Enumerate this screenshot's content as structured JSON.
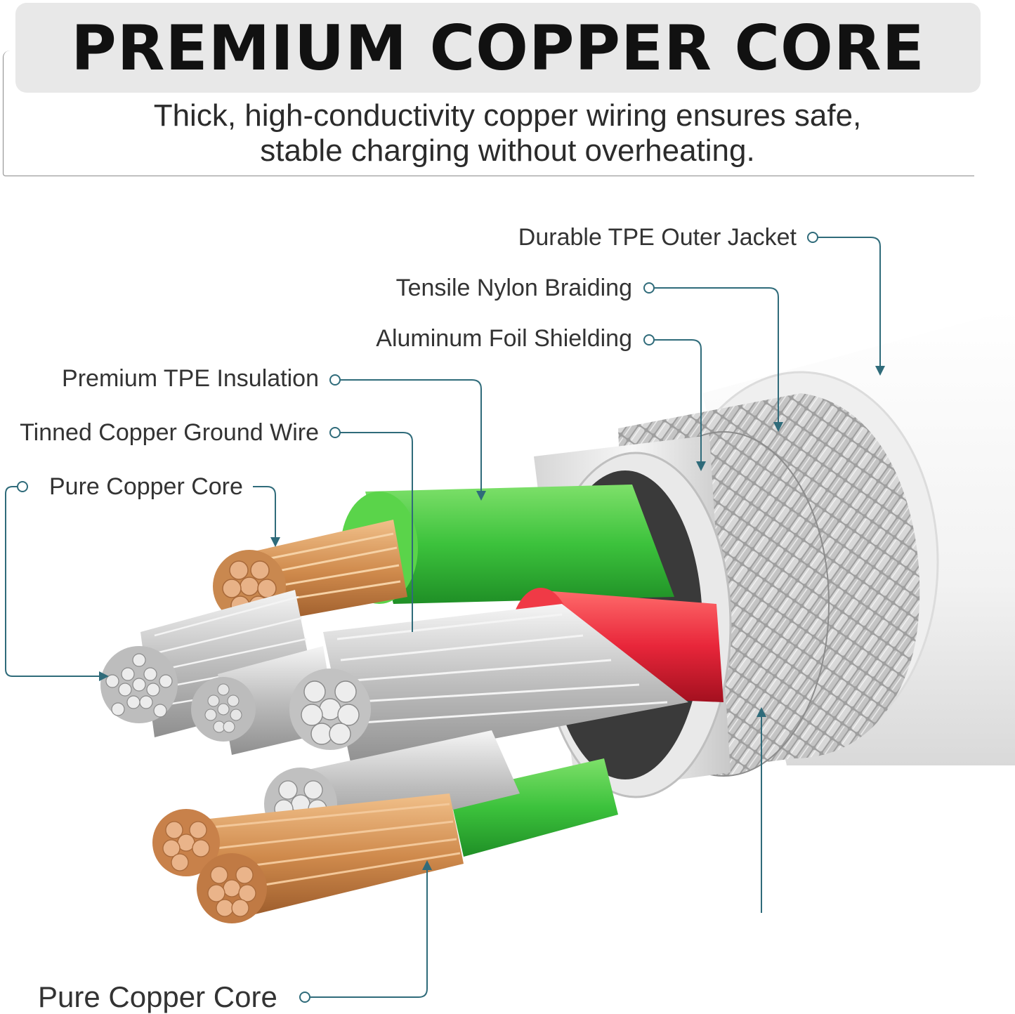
{
  "header": {
    "title": "PREMIUM COPPER CORE",
    "subtitle_line1": "Thick, high-conductivity copper wiring ensures safe,",
    "subtitle_line2": "stable charging without overheating."
  },
  "callouts": {
    "outer_jacket": "Durable TPE Outer Jacket",
    "nylon_braiding": "Tensile Nylon Braiding",
    "foil_shielding": "Aluminum Foil Shielding",
    "tpe_insulation": "Premium TPE Insulation",
    "ground_wire": "Tinned Copper Ground Wire",
    "copper_core_top": "Pure Copper Core",
    "copper_core_bottom": "Pure Copper Core"
  },
  "colors": {
    "callout_line": "#2f6b7a",
    "insulation_green": "#3cc23c",
    "insulation_red": "#e8263a",
    "copper": "#d99a60",
    "braid": "#b8b8b8"
  }
}
